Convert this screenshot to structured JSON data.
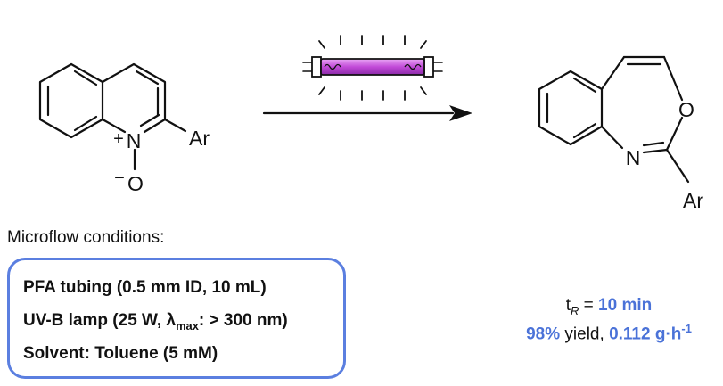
{
  "reactant": {
    "N": "N",
    "N_charge": "+",
    "O": "O",
    "O_charge": "−",
    "Ar": "Ar"
  },
  "product": {
    "N": "N",
    "O": "O",
    "Ar": "Ar"
  },
  "conditions": {
    "heading": "Microflow conditions:",
    "line1": "PFA tubing (0.5 mm ID, 10 mL)",
    "line2_prefix": "UV-B lamp (25 W, ",
    "line2_lambda": "λ",
    "line2_sub": "max",
    "line2_suffix": ": > 300 nm)",
    "line3": "Solvent: Toluene (5 mM)"
  },
  "result": {
    "t_symbol": "t",
    "t_sub": "R",
    "t_equals": " = ",
    "t_value": "10 min",
    "yield_value": "98%",
    "yield_label": " yield, ",
    "rate_value": "0.112 g·h",
    "rate_sup": "-1"
  },
  "colors": {
    "accent": "#4a72d8",
    "box_border": "#5b7fe0",
    "lamp_purple": "#c24ad8"
  },
  "icons": [
    "uv-lamp-icon",
    "reaction-arrow-icon"
  ]
}
